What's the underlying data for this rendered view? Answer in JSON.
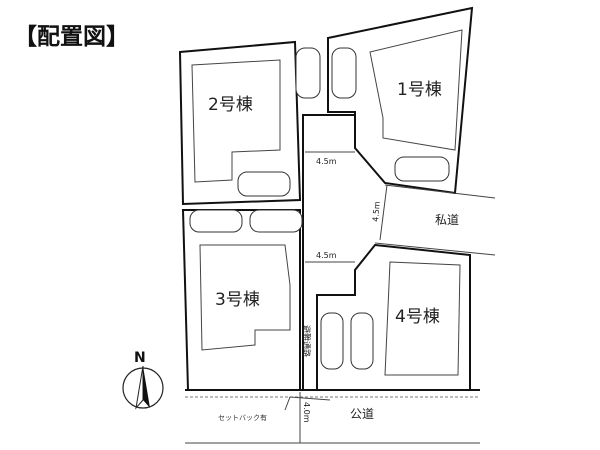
{
  "title": "【配置図】",
  "buildings": [
    {
      "label": "1号棟"
    },
    {
      "label": "2号棟"
    },
    {
      "label": "3号棟"
    },
    {
      "label": "4号棟"
    }
  ],
  "dimensions": {
    "upper_width": "4.5m",
    "private_road_width": "4.5m",
    "lower_width": "4.5m",
    "public_road_width": "4.0m"
  },
  "roads": {
    "private": "私道",
    "public": "公道",
    "evacuation": "避難通路"
  },
  "setback_note": "セットバック有",
  "compass": {
    "label": "N"
  }
}
